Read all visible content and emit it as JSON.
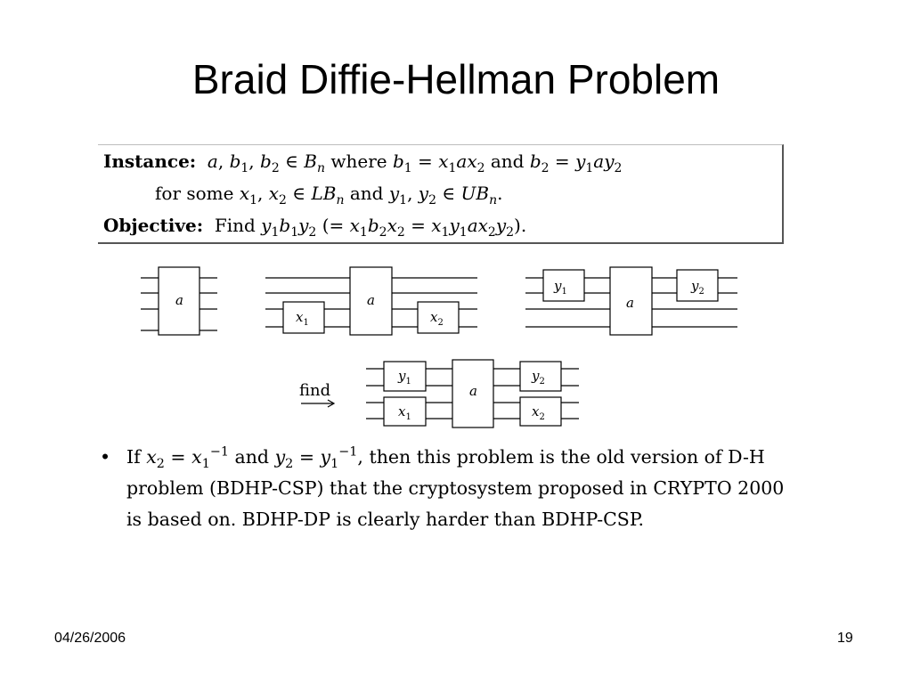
{
  "slide": {
    "title": "Braid Diffie-Hellman Problem",
    "date": "04/26/2006",
    "page_number": "19"
  },
  "definition": {
    "instance_label": "Instance:",
    "instance_rest": "a, b1, b2 ∈ Bn where b1 = x1ax2 and b2 = y1ay2",
    "condition": "for some x1, x2 ∈ LBn and y1, y2 ∈ UBn.",
    "objective_label": "Objective:",
    "objective_rest": "Find y1b1y2 (= x1b2x2 = x1y1ax2y2)."
  },
  "diagram": {
    "labels": {
      "a": "a",
      "x1": "x1",
      "x2": "x2",
      "y1": "y1",
      "y2": "y2",
      "find": "find"
    }
  },
  "bullet": {
    "symbol": "•",
    "text": "If x2 = x1^-1 and y2 = y1^-1, then this problem is the old version of D-H problem (BDHP-CSP) that the cryptosystem proposed in CRYPTO 2000 is based on. BDHP-DP is clearly harder than BDHP-CSP."
  }
}
